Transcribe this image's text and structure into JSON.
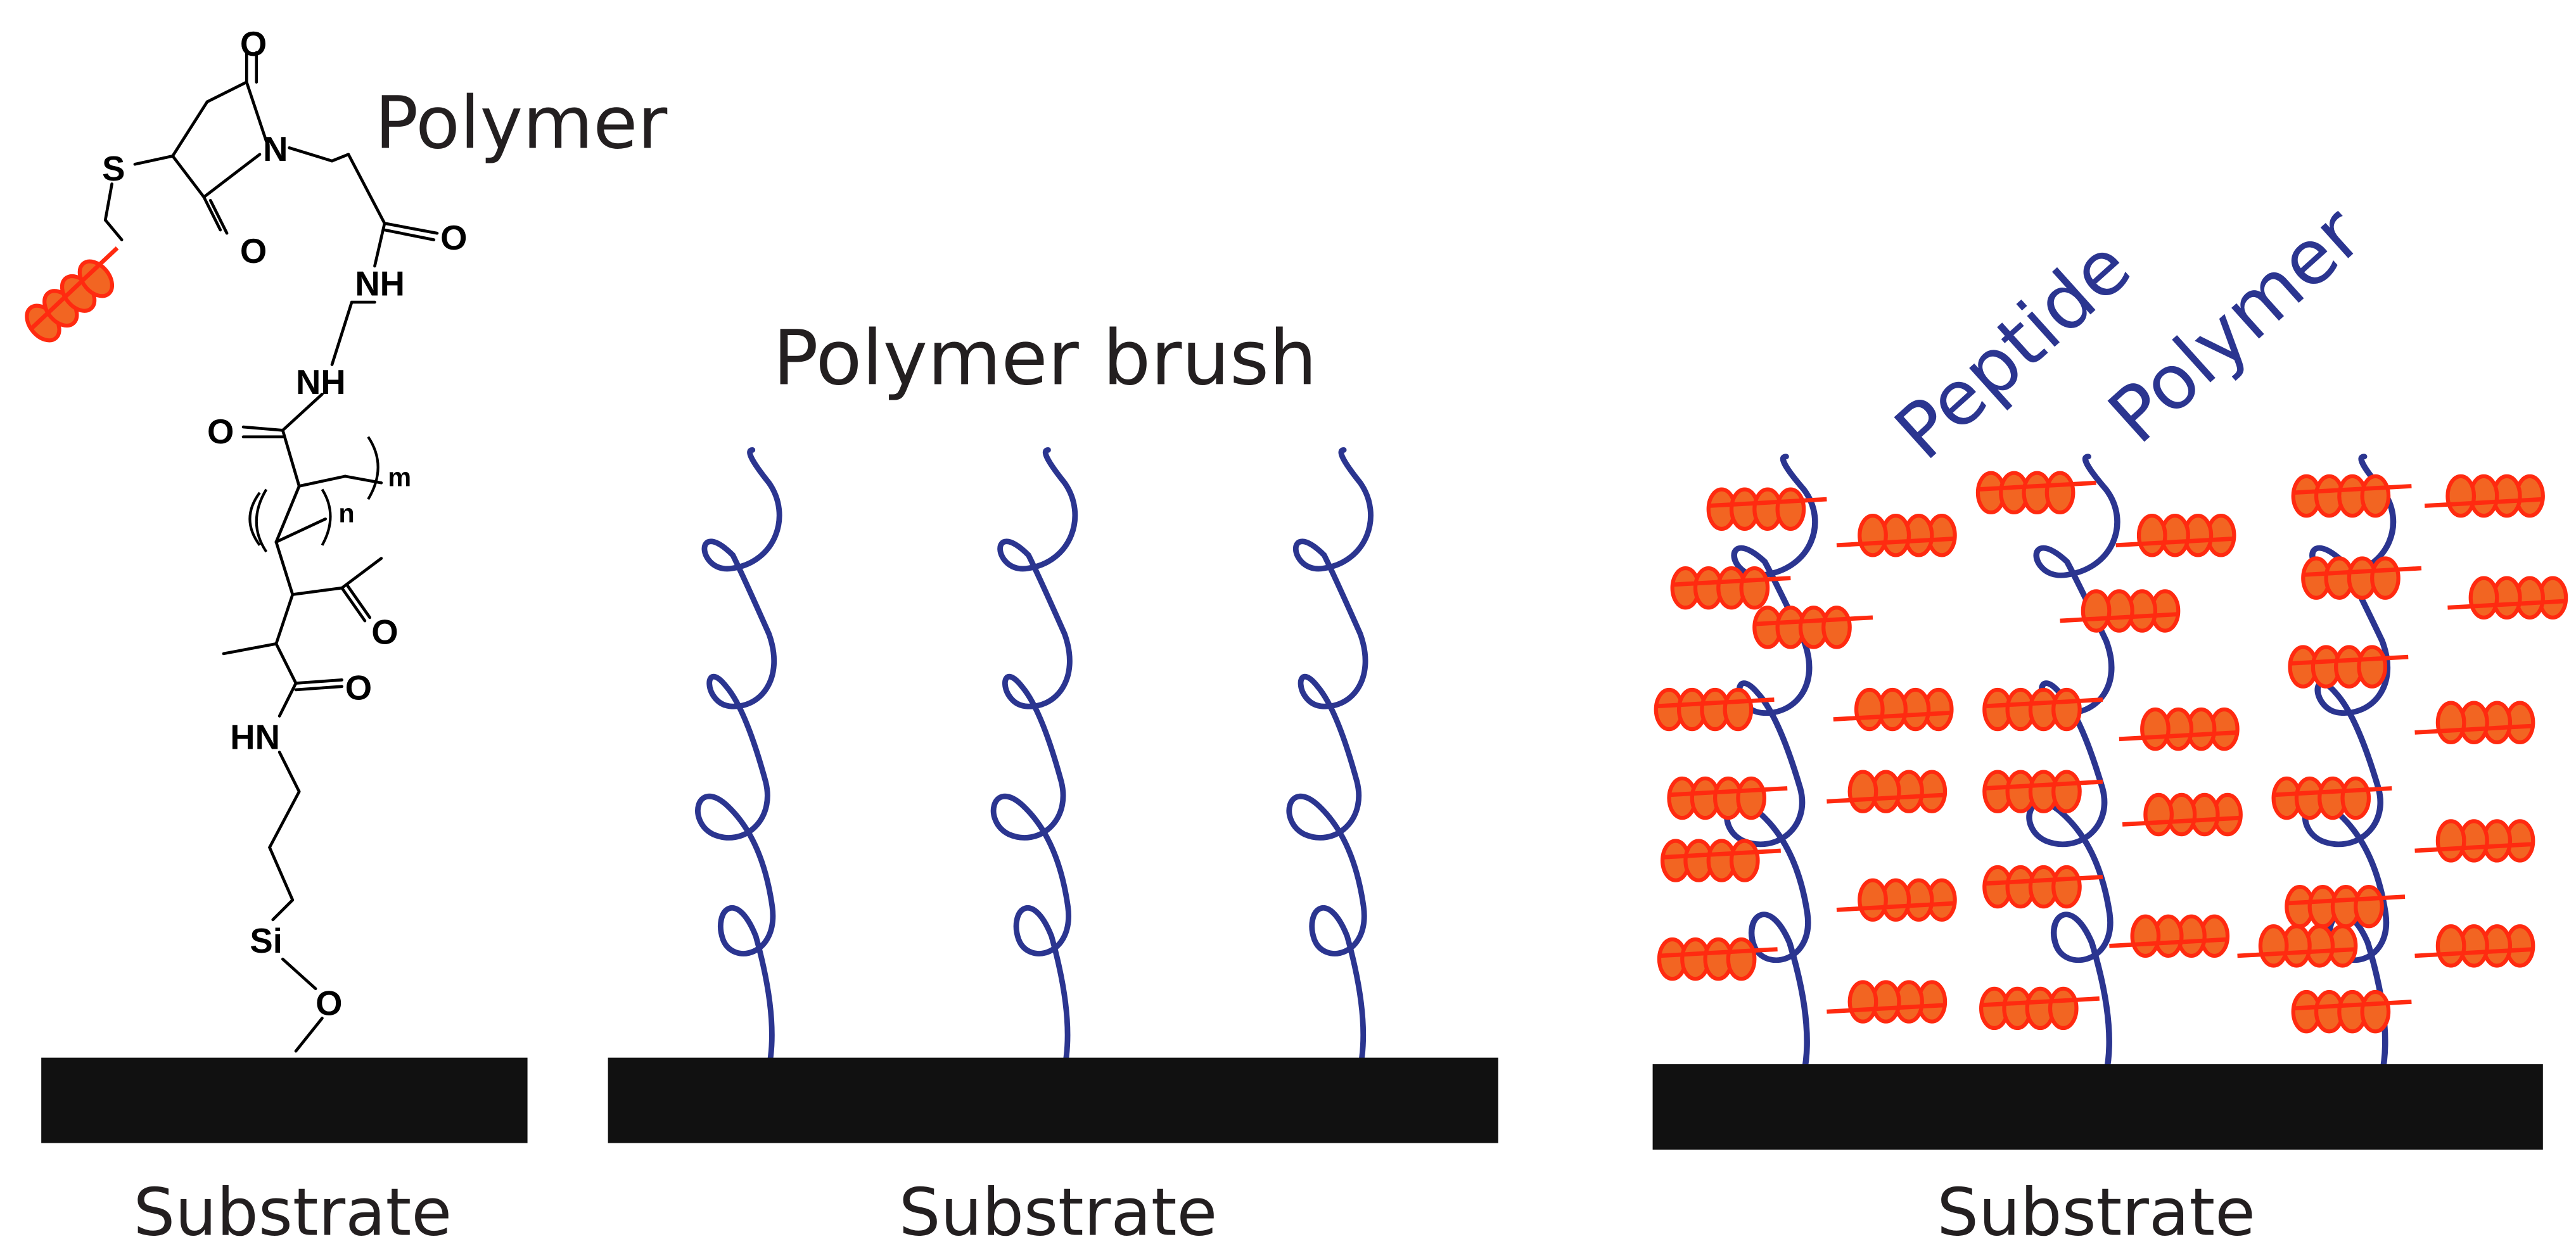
{
  "labels": {
    "panel1_title": "Polymer",
    "panel2_title": "Polymer brush",
    "panel3_peptide": "Peptide",
    "panel3_polymer": "Polymer",
    "substrate": "Substrate"
  },
  "chem": {
    "o_top": "O",
    "s": "S",
    "n": "N",
    "o_ring": "O",
    "o_amide1": "O",
    "nh1": "NH",
    "nh2": "NH",
    "o_left": "O",
    "m": "m",
    "n_sub": "n",
    "o_ketone": "O",
    "o_amide2": "O",
    "hn": "HN",
    "si": "Si",
    "o_bottom": "O"
  },
  "colors": {
    "peptide_fill": "#f26522",
    "peptide_stroke": "#ff2a10",
    "polymer": "#2b3590",
    "substrate": "#111111",
    "bond": "#000000"
  }
}
